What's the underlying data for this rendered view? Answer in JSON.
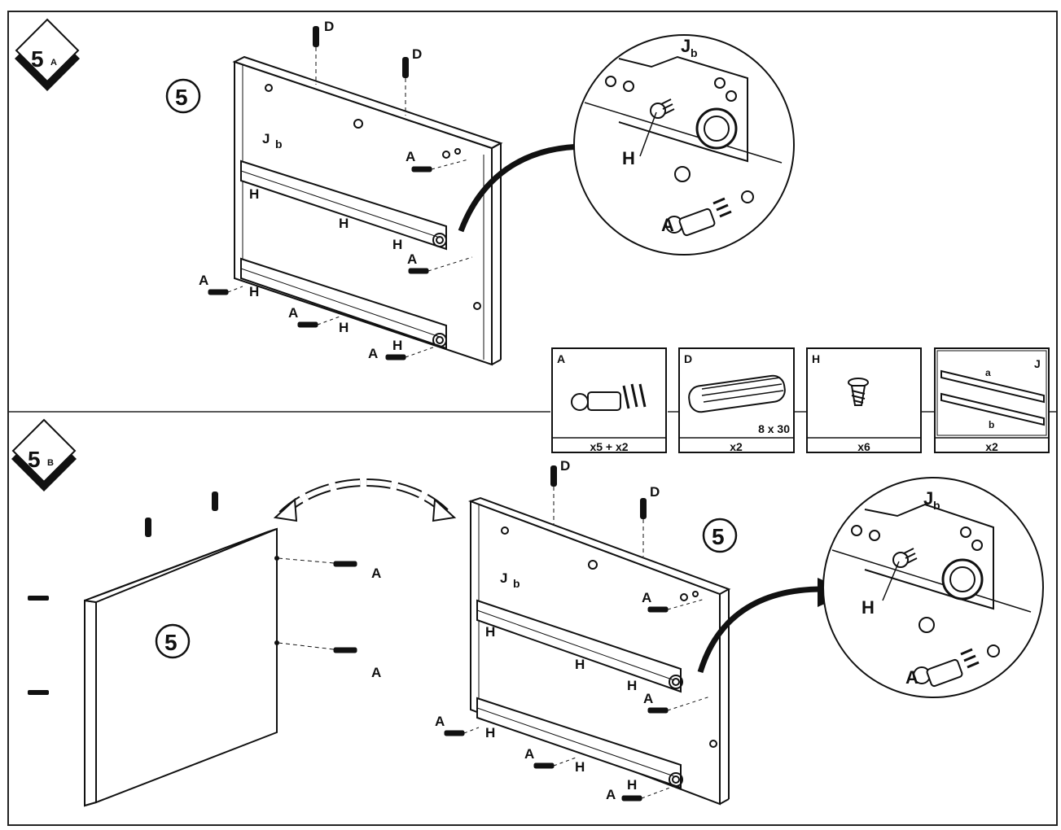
{
  "steps": {
    "a": {
      "num": "5",
      "sub": "A"
    },
    "b": {
      "num": "5",
      "sub": "B"
    }
  },
  "panel_number": "5",
  "labels": {
    "cam": "A",
    "dowel": "D",
    "screw": "H",
    "rail": "J",
    "rail_sub": "b"
  },
  "parts": [
    {
      "id": "A",
      "label": "A",
      "count": "x5 + x2"
    },
    {
      "id": "D",
      "label": "D",
      "count": "x2",
      "size": "8 x 30"
    },
    {
      "id": "H",
      "label": "H",
      "count": "x6"
    },
    {
      "id": "J",
      "label": "J",
      "count": "x2",
      "sub_a": "a",
      "sub_b": "b"
    }
  ]
}
